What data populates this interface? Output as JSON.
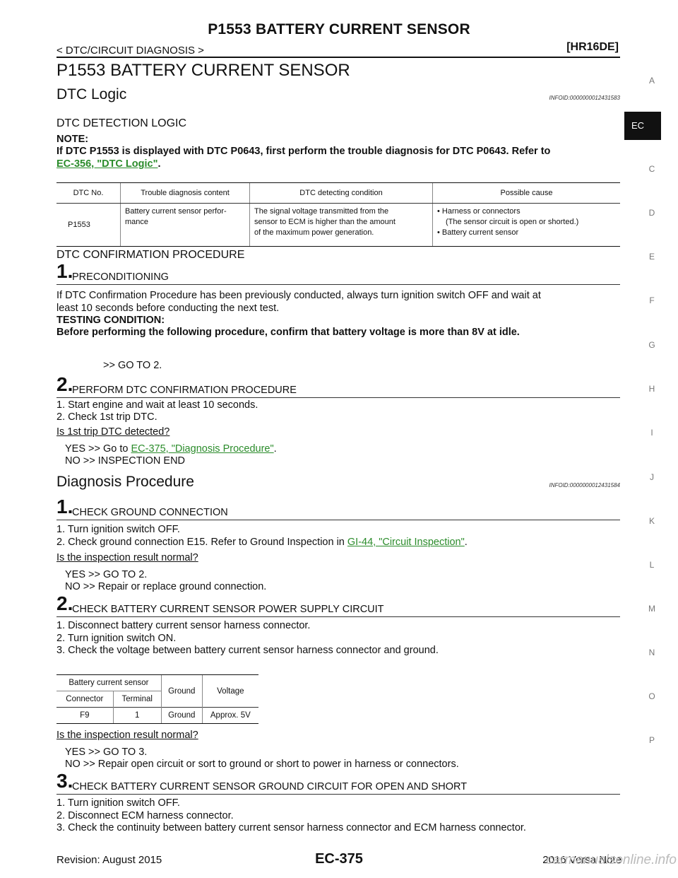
{
  "header": {
    "title": "P1553 BATTERY CURRENT SENSOR",
    "section": "< DTC/CIRCUIT DIAGNOSIS >",
    "engine": "[HR16DE]"
  },
  "sidebar": {
    "letters": [
      "A",
      "C",
      "D",
      "E",
      "F",
      "G",
      "H",
      "I",
      "J",
      "K",
      "L",
      "M",
      "N",
      "O",
      "P"
    ],
    "active": "EC"
  },
  "main_title": "P1553 BATTERY CURRENT SENSOR",
  "dtc_logic": {
    "heading": "DTC Logic",
    "infoid": "INFOID:0000000012431583",
    "sub": "DTC DETECTION LOGIC",
    "note_label": "NOTE:",
    "note_text": "If DTC P1553 is displayed with DTC P0643, first perform the trouble diagnosis for DTC P0643. Refer to",
    "note_link": "EC-356, \"DTC Logic\"",
    "note_end": ".",
    "table": {
      "headers": [
        "DTC No.",
        "Trouble diagnosis content",
        "DTC detecting condition",
        "Possible cause"
      ],
      "row": {
        "dtc": "P1553",
        "content_1": "Battery current sensor perfor-",
        "content_2": "mance",
        "cond_1": "The signal voltage transmitted from the",
        "cond_2": "sensor to ECM is higher than the amount",
        "cond_3": "of the maximum power generation.",
        "cause_1": "• Harness or connectors",
        "cause_2": "(The sensor circuit is open or shorted.)",
        "cause_3": "• Battery current sensor"
      }
    }
  },
  "confirm": {
    "heading": "DTC CONFIRMATION PROCEDURE",
    "s1": {
      "num": "1.",
      "label": "PRECONDITIONING",
      "p1": "If DTC Confirmation Procedure has been previously conducted, always turn ignition switch OFF and wait at",
      "p2": "least 10 seconds before conducting the next test.",
      "tc": "TESTING CONDITION:",
      "tc_text": "Before performing the following procedure, confirm that battery voltage is more than 8V at idle.",
      "goto": ">> GO TO 2."
    },
    "s2": {
      "num": "2.",
      "label": "PERFORM DTC CONFIRMATION PROCEDURE",
      "l1": "1.   Start engine and wait at least 10 seconds.",
      "l2": "2.   Check 1st trip DTC.",
      "q": "Is 1st trip DTC detected?",
      "yes": "YES     >> Go to ",
      "yes_link": "EC-375, \"Diagnosis Procedure\"",
      "yes_end": ".",
      "no": "NO      >> INSPECTION END"
    }
  },
  "diag": {
    "heading": "Diagnosis Procedure",
    "infoid": "INFOID:0000000012431584",
    "s1": {
      "num": "1.",
      "label": "CHECK GROUND CONNECTION",
      "l1": "1.   Turn ignition switch OFF.",
      "l2": "2.   Check ground connection E15. Refer to Ground Inspection in ",
      "l2_link": "GI-44, \"Circuit Inspection\"",
      "l2_end": ".",
      "q": "Is the inspection result normal?",
      "yes": "YES     >> GO TO 2.",
      "no": "NO      >> Repair or replace ground connection."
    },
    "s2": {
      "num": "2.",
      "label": "CHECK BATTERY CURRENT SENSOR POWER SUPPLY CIRCUIT",
      "l1": "1.   Disconnect battery current sensor harness connector.",
      "l2": "2.   Turn ignition switch ON.",
      "l3": "3.   Check the voltage between battery current sensor harness connector and ground.",
      "table": {
        "h_sensor": "Battery current sensor",
        "h_ground": "Ground",
        "h_voltage": "Voltage",
        "h_connector": "Connector",
        "h_terminal": "Terminal",
        "r_connector": "F9",
        "r_terminal": "1",
        "r_ground": "Ground",
        "r_voltage": "Approx. 5V"
      },
      "q": "Is the inspection result normal?",
      "yes": "YES     >> GO TO 3.",
      "no": "NO      >> Repair open circuit or sort to ground or short to power in harness or connectors."
    },
    "s3": {
      "num": "3.",
      "label": "CHECK BATTERY CURRENT SENSOR GROUND CIRCUIT FOR OPEN AND SHORT",
      "l1": "1.   Turn ignition switch OFF.",
      "l2": "2.   Disconnect ECM harness connector.",
      "l3": "3.   Check the continuity between battery current sensor harness connector and ECM harness connector."
    }
  },
  "footer": {
    "revision": "Revision: August 2015",
    "page": "EC-375",
    "model": "2016 Versa Note",
    "watermark": "carmanualsonline.info"
  }
}
